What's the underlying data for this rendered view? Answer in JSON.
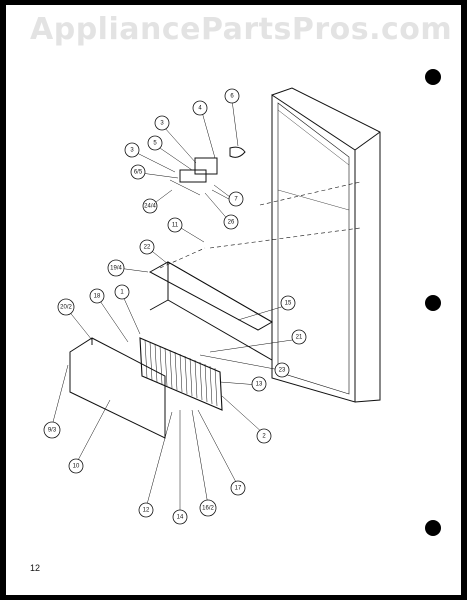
{
  "watermark": "AppliancePartsPros.com",
  "page_number": "12",
  "callouts": [
    {
      "key": "c6",
      "text": "6"
    },
    {
      "key": "c4",
      "text": "4"
    },
    {
      "key": "c3a",
      "text": "3"
    },
    {
      "key": "c5",
      "text": "5"
    },
    {
      "key": "c3b",
      "text": "3"
    },
    {
      "key": "c6-5",
      "text": "6/5"
    },
    {
      "key": "c24-4",
      "text": "24/4"
    },
    {
      "key": "c7",
      "text": "7"
    },
    {
      "key": "c26",
      "text": "26"
    },
    {
      "key": "c11",
      "text": "11"
    },
    {
      "key": "c22",
      "text": "22"
    },
    {
      "key": "c19-4",
      "text": "19/4"
    },
    {
      "key": "c18",
      "text": "18"
    },
    {
      "key": "c1",
      "text": "1"
    },
    {
      "key": "c20-2",
      "text": "20/2"
    },
    {
      "key": "c15",
      "text": "15"
    },
    {
      "key": "c21",
      "text": "21"
    },
    {
      "key": "c23",
      "text": "23"
    },
    {
      "key": "c13",
      "text": "13"
    },
    {
      "key": "c9-3",
      "text": "9/3"
    },
    {
      "key": "c2",
      "text": "2"
    },
    {
      "key": "c10",
      "text": "10"
    },
    {
      "key": "c17",
      "text": "17"
    },
    {
      "key": "c16-2",
      "text": "16/2"
    },
    {
      "key": "c12",
      "text": "12"
    },
    {
      "key": "c14",
      "text": "14"
    }
  ]
}
